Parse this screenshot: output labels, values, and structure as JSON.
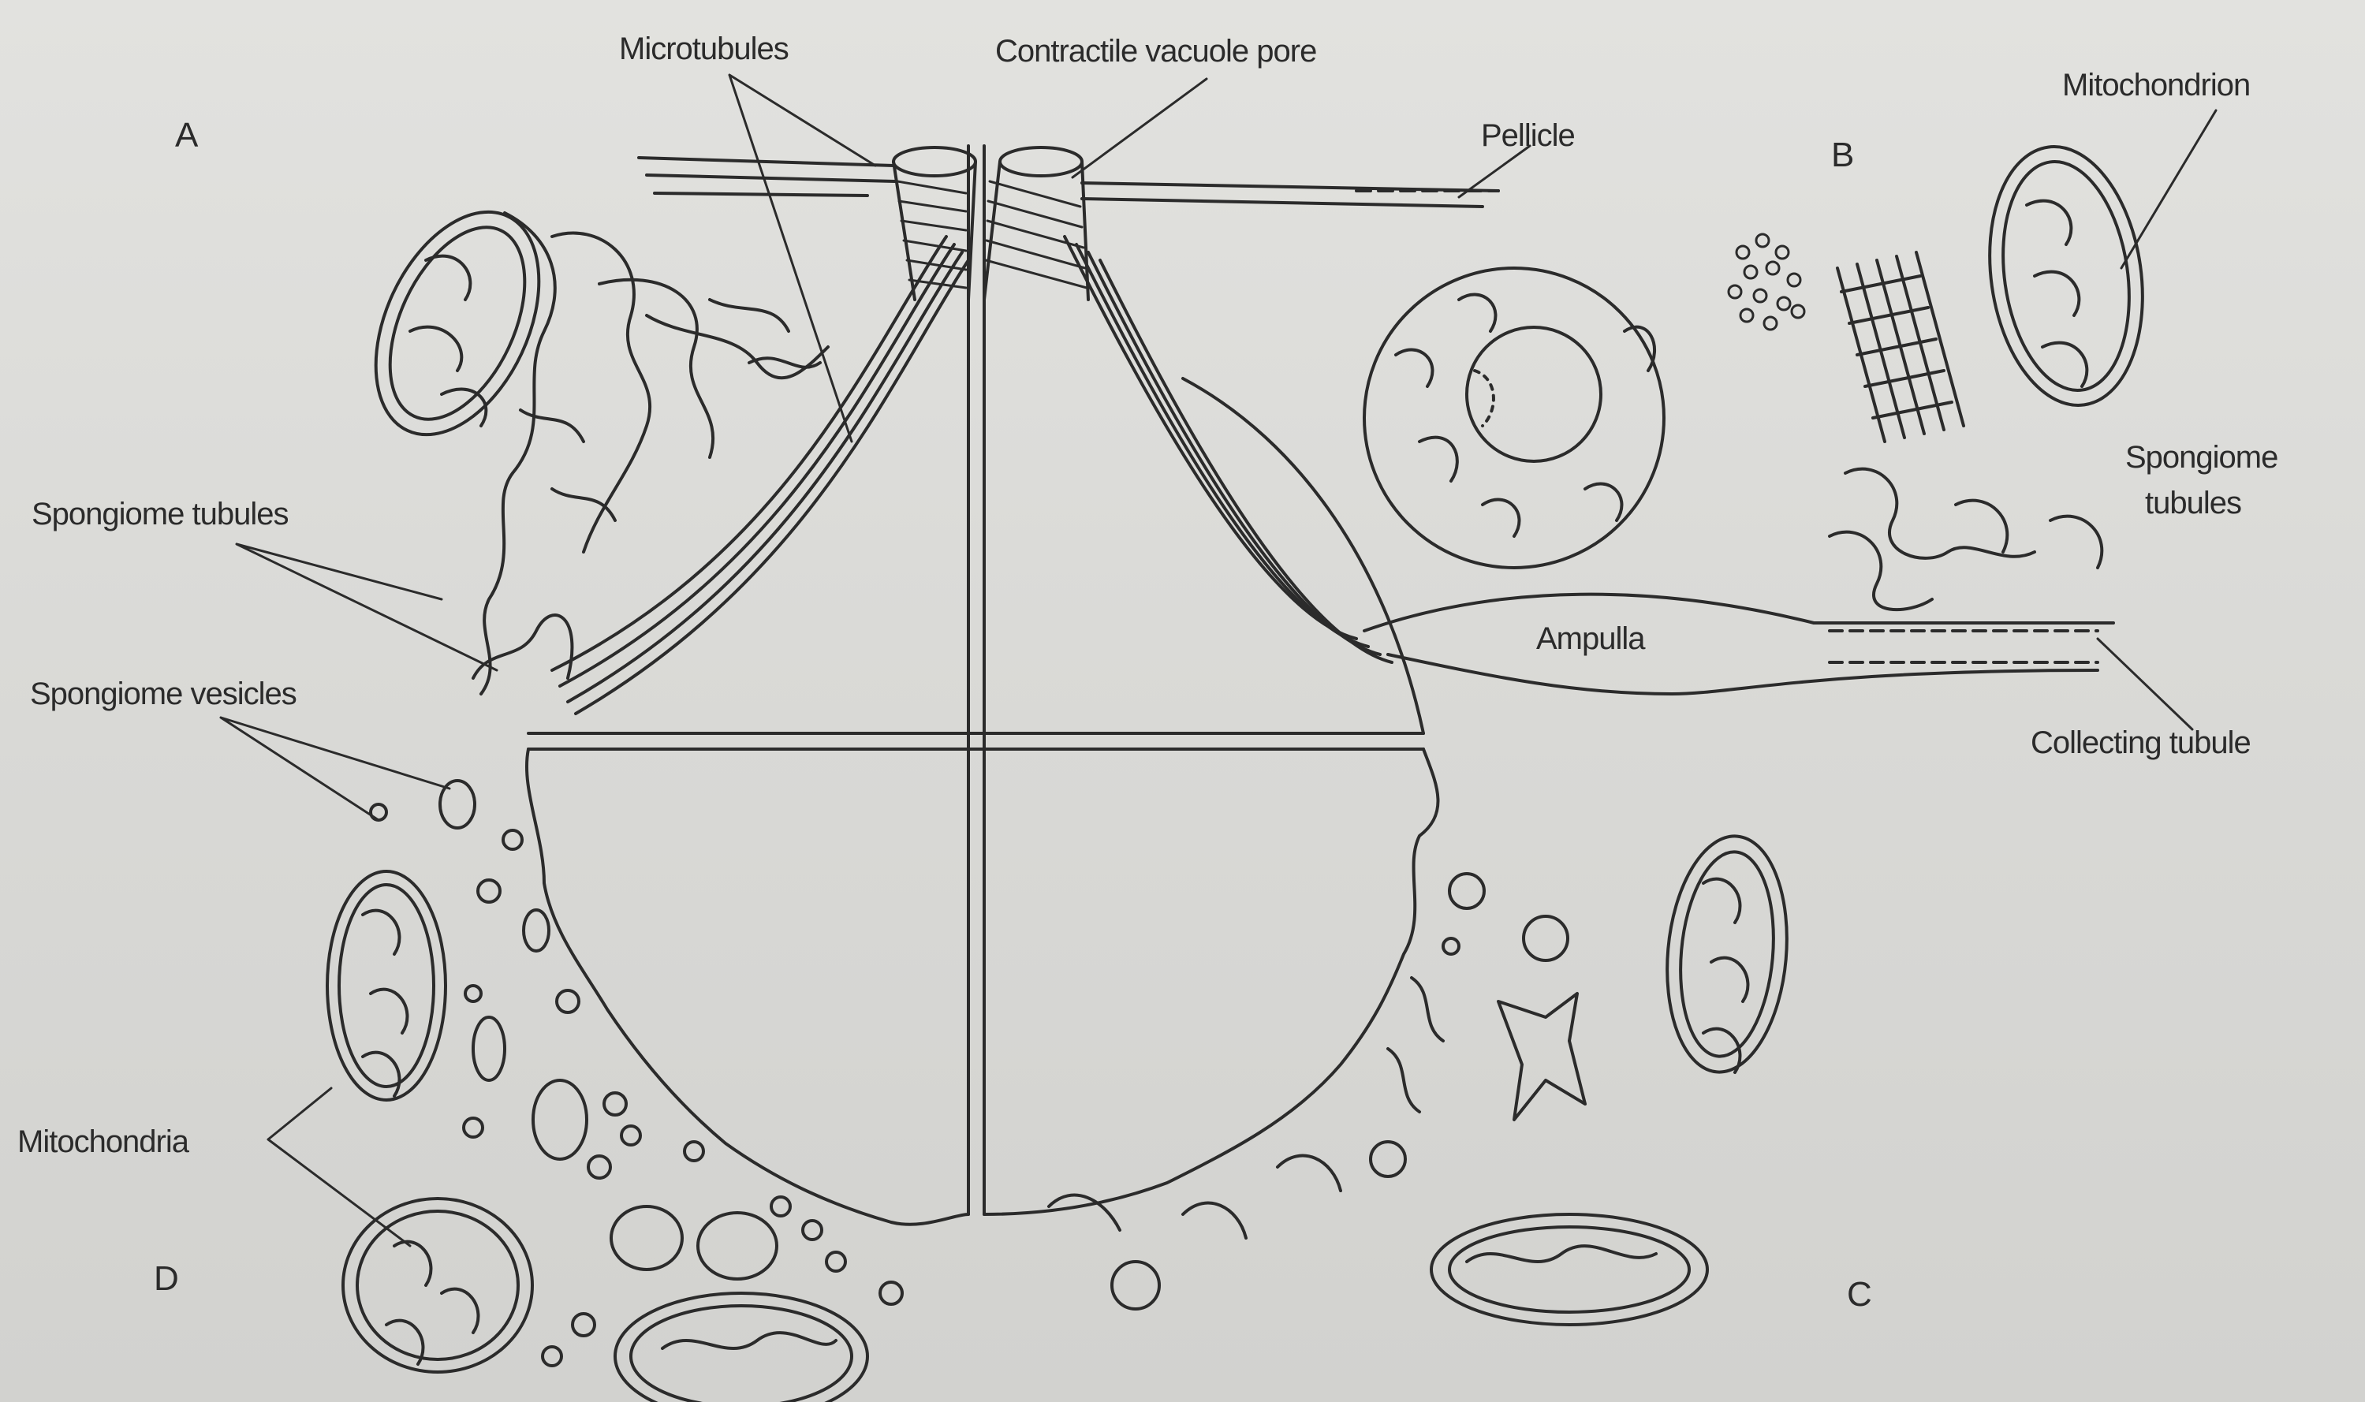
{
  "panels": {
    "a": "A",
    "b": "B",
    "c": "C",
    "d": "D"
  },
  "labels": {
    "microtubules": "Microtubules",
    "contractile_vacuole_pore": "Contractile vacuole pore",
    "pellicle": "Pellicle",
    "mitochondrion": "Mitochondrion",
    "spongiome_tubules_left": "Spongiome tubules",
    "spongiome_tubules_right_line1": "Spongiome",
    "spongiome_tubules_right_line2": "tubules",
    "spongiome_vesicles": "Spongiome vesicles",
    "ampulla": "Ampulla",
    "collecting_tubule": "Collecting tubule",
    "mitochondria": "Mitochondria"
  },
  "colors": {
    "ink": "#2b2b2b",
    "paper": "#dcdcda"
  }
}
